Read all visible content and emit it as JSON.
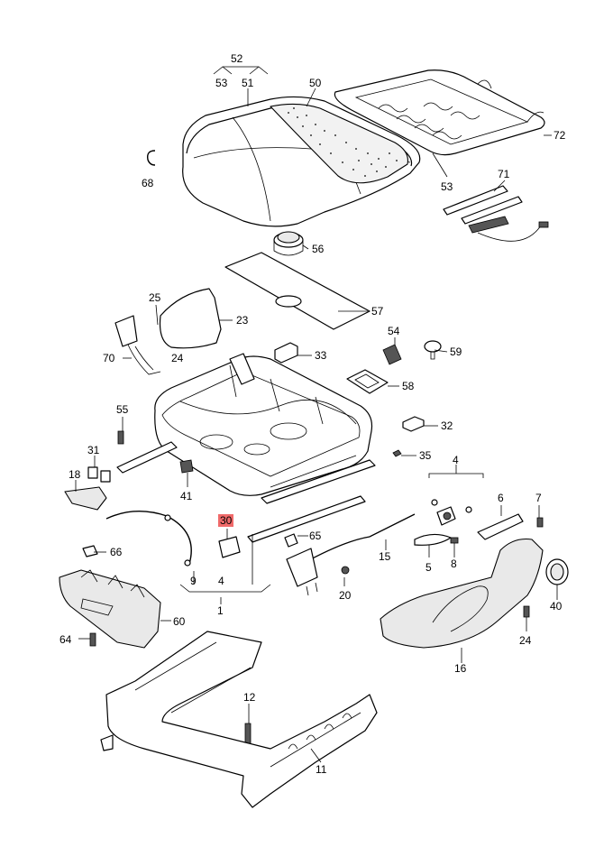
{
  "callouts": {
    "c52": "52",
    "c53a": "53",
    "c51": "51",
    "c50": "50",
    "c72": "72",
    "c68": "68",
    "c53b": "53",
    "c71": "71",
    "c56": "56",
    "c57": "57",
    "c25": "25",
    "c23": "23",
    "c70": "70",
    "c24a": "24",
    "c33": "33",
    "c54": "54",
    "c59": "59",
    "c58": "58",
    "c55": "55",
    "c32": "32",
    "c35": "35",
    "c31": "31",
    "c4a": "4",
    "c18": "18",
    "c41": "41",
    "c6": "6",
    "c7": "7",
    "c30": "30",
    "c65": "65",
    "c15": "15",
    "c5": "5",
    "c8": "8",
    "c66": "66",
    "c9": "9",
    "c4b": "4",
    "c20": "20",
    "c1": "1",
    "c40": "40",
    "c60": "60",
    "c64": "64",
    "c24b": "24",
    "c16": "16",
    "c12": "12",
    "c11": "11"
  }
}
